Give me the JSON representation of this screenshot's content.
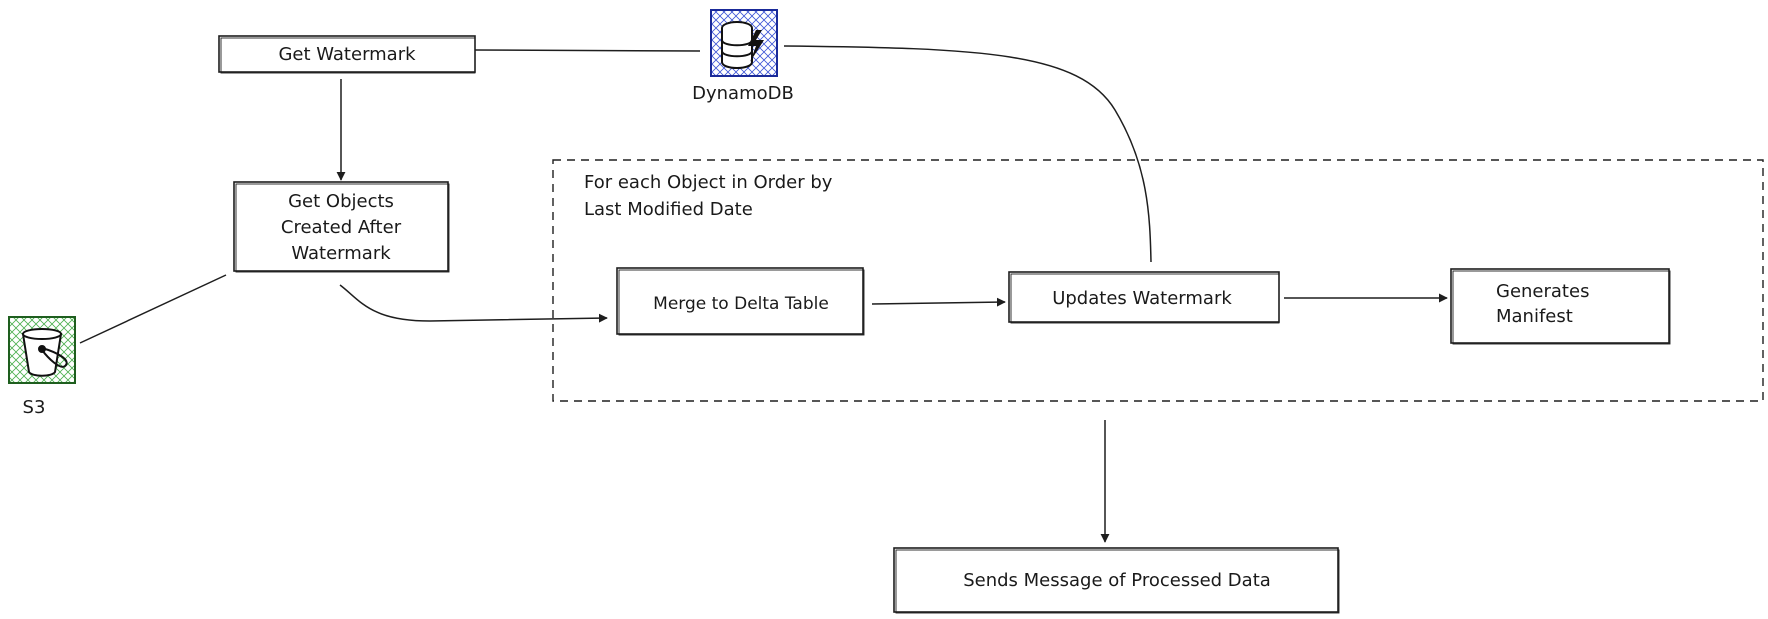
{
  "nodes": {
    "get_watermark": "Get Watermark",
    "get_objects": [
      "Get Objects",
      "Created After",
      "Watermark"
    ],
    "merge_delta": "Merge to Delta Table",
    "updates_watermark": "Updates Watermark",
    "generates_manifest": [
      "Generates",
      "Manifest"
    ],
    "sends_message": "Sends Message of Processed Data"
  },
  "group": {
    "label": [
      "For each Object in Order by",
      "Last Modified Date"
    ]
  },
  "services": {
    "dynamodb": {
      "label": "DynamoDB",
      "icon": "dynamodb-icon",
      "color": "#2e3fbf"
    },
    "s3": {
      "label": "S3",
      "icon": "s3-bucket-icon",
      "color": "#3f9c35"
    }
  }
}
